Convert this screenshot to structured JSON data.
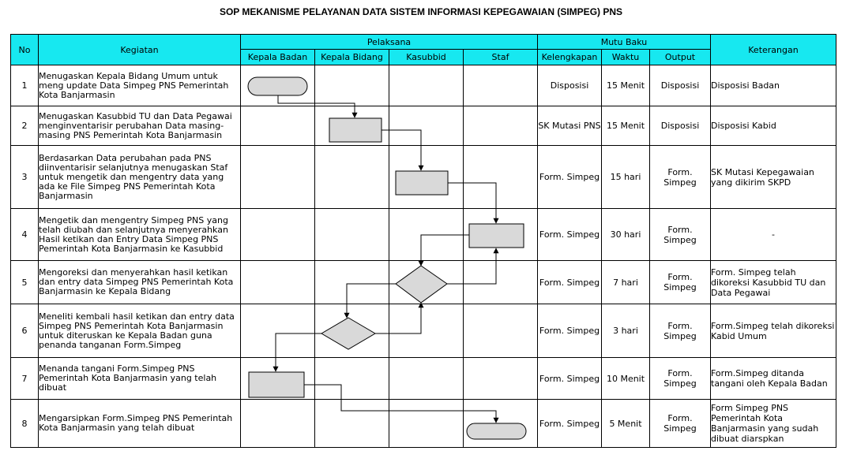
{
  "title": "SOP MEKANISME PELAYANAN DATA SISTEM INFORMASI KEPEGAWAIAN (SIMPEG) PNS",
  "headers": {
    "no": "No",
    "kegiatan": "Kegiatan",
    "pelaksana": "Pelaksana",
    "mutu_baku": "Mutu Baku",
    "keterangan": "Keterangan",
    "lanes": [
      "Kepala Badan",
      "Kepala Bidang",
      "Kasubbid",
      "Staf"
    ],
    "mutu_cols": [
      "Kelengkapan",
      "Waktu",
      "Output"
    ]
  },
  "rows": [
    {
      "no": "1",
      "kegiatan": "Menugaskan Kepala Bidang Umum untuk meng update Data Simpeg PNS Pemerintah Kota Banjarmasin",
      "kelengkapan": "Disposisi",
      "waktu": "15 Menit",
      "output": "Disposisi",
      "keterangan": "Disposisi Badan"
    },
    {
      "no": "2",
      "kegiatan": "Menugaskan Kasubbid TU dan Data Pegawai menginventarisir perubahan Data masing-masing PNS Pemerintah Kota Banjarmasin",
      "kelengkapan": "SK Mutasi PNS",
      "waktu": "15 Menit",
      "output": "Disposisi",
      "keterangan": "Disposisi Kabid"
    },
    {
      "no": "3",
      "kegiatan": "Berdasarkan Data perubahan pada PNS diinventarisir selanjutnya menugaskan Staf untuk mengetik dan mengentry data yang ada ke File Simpeg PNS Pemerintah Kota Banjarmasin",
      "kelengkapan": "Form. Simpeg",
      "waktu": "15 hari",
      "output": "Form. Simpeg",
      "keterangan": "SK Mutasi Kepegawaian yang dikirim SKPD"
    },
    {
      "no": "4",
      "kegiatan": "Mengetik dan mengentry Simpeg PNS yang telah diubah dan selanjutnya menyerahkan Hasil ketikan dan Entry Data Simpeg PNS Pemerintah Kota Banjarmasin ke Kasubbid",
      "kelengkapan": "Form. Simpeg",
      "waktu": "30 hari",
      "output": "Form. Simpeg",
      "keterangan": "-"
    },
    {
      "no": "5",
      "kegiatan": "Mengoreksi dan menyerahkan hasil ketikan dan entry data Simpeg PNS Pemerintah Kota Banjarmasin ke Kepala Bidang",
      "kelengkapan": "Form. Simpeg",
      "waktu": "7 hari",
      "output": "Form. Simpeg",
      "keterangan": "Form. Simpeg telah dikoreksi Kasubbid TU dan Data Pegawai"
    },
    {
      "no": "6",
      "kegiatan": "Meneliti kembali hasil ketikan dan entry data Simpeg PNS Pemerintah Kota Banjarmasin untuk diteruskan ke Kepala Badan guna penanda tanganan Form.Simpeg",
      "kelengkapan": "Form. Simpeg",
      "waktu": "3 hari",
      "output": "Form. Simpeg",
      "keterangan": "Form.Simpeg telah dikoreksi Kabid Umum"
    },
    {
      "no": "7",
      "kegiatan": "Menanda tangani Form.Simpeg PNS Pemerintah Kota Banjarmasin yang telah dibuat",
      "kelengkapan": "Form. Simpeg",
      "waktu": "10 Menit",
      "output": "Form. Simpeg",
      "keterangan": "Form.Simpeg ditanda tangani oleh Kepala Badan"
    },
    {
      "no": "8",
      "kegiatan": "Mengarsipkan Form.Simpeg PNS Pemerintah Kota Banjarmasin yang telah dibuat",
      "kelengkapan": "Form. Simpeg",
      "waktu": "5 Menit",
      "output": "Form. Simpeg",
      "keterangan": "Form Simpeg PNS Pemerintah Kota Banjarmasin yang sudah dibuat   diarspkan"
    }
  ],
  "colors": {
    "header_fill": "#17e8f0",
    "shape_fill": "#d9d9d9",
    "line": "#000000"
  }
}
